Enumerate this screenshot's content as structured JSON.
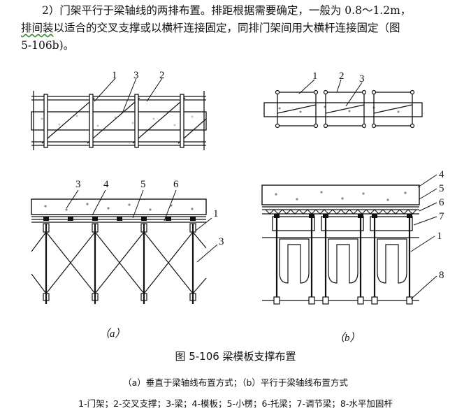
{
  "paragraph": {
    "line1": "2）门架平行于梁轴线的两排布置。排距根据需要确定，一般为 0.8～1.2m，",
    "line2_underlined": "排间装",
    "line2_rest": "以适合的交叉支撑或以横杆连接固定，同排门架间用大横杆连接固定（图",
    "line3": "5-106b)。"
  },
  "figure": {
    "a_plan_labels": [
      "1",
      "3",
      "2"
    ],
    "a_elev_labels": [
      "3",
      "4",
      "5",
      "6",
      "1",
      "3"
    ],
    "b_plan_labels": [
      "1",
      "2",
      "3"
    ],
    "b_elev_labels": [
      "4",
      "5",
      "6",
      "7",
      "1",
      "8"
    ],
    "sub_a": "（a）",
    "sub_b": "（b）"
  },
  "caption": {
    "title": "图 5-106  梁模板支撑布置",
    "subtitle": "（a）垂直于梁轴线布置方式；（b）平行于梁轴线布置方式",
    "legend": "1-门架；2-交叉支撑；3-梁；4-模板；5-小楞；6-托梁；7-调节梁；8-水平加固杆"
  }
}
